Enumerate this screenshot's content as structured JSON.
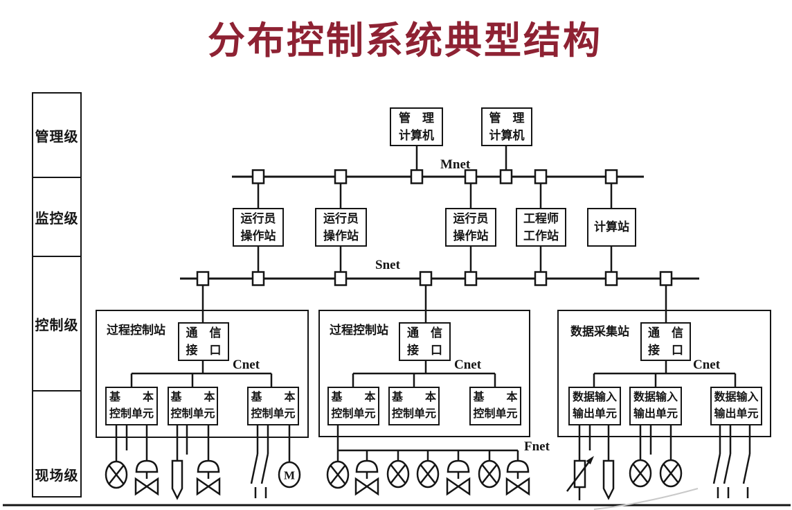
{
  "title": "分布控制系统典型结构",
  "colors": {
    "title": "#8e2233",
    "line": "#151515"
  },
  "levels": {
    "management": "管理级",
    "supervisory": "监控级",
    "control": "控制级",
    "field": "现场级"
  },
  "nets": {
    "mnet": "Mnet",
    "snet": "Snet",
    "cnet": "Cnet",
    "fnet": "Fnet"
  },
  "management_computers": [
    {
      "line1": "管　理",
      "line2": "计算机"
    },
    {
      "line1": "管　理",
      "line2": "计算机"
    }
  ],
  "supervisory_stations": [
    {
      "line1": "运行员",
      "line2": "操作站"
    },
    {
      "line1": "运行员",
      "line2": "操作站"
    },
    {
      "line1": "运行员",
      "line2": "操作站"
    },
    {
      "line1": "工程师",
      "line2": "工作站"
    },
    {
      "line1": "计算站",
      "line2": ""
    }
  ],
  "stations": [
    {
      "name": "过程控制站",
      "comm": {
        "line1": "通　信",
        "line2": "接　口"
      },
      "units": [
        {
          "line1": "基　　本",
          "line2": "控制单元"
        },
        {
          "line1": "基　　本",
          "line2": "控制单元"
        },
        {
          "line1": "基　　本",
          "line2": "控制单元"
        }
      ]
    },
    {
      "name": "过程控制站",
      "comm": {
        "line1": "通　信",
        "line2": "接　口"
      },
      "units": [
        {
          "line1": "基　　本",
          "line2": "控制单元"
        },
        {
          "line1": "基　　本",
          "line2": "控制单元"
        },
        {
          "line1": "基　　本",
          "line2": "控制单元"
        }
      ]
    },
    {
      "name": "数据采集站",
      "comm": {
        "line1": "通　信",
        "line2": "接　口"
      },
      "units": [
        {
          "line1": "数据输入",
          "line2": "输出单元"
        },
        {
          "line1": "数据输入",
          "line2": "输出单元"
        },
        {
          "line1": "数据输入",
          "line2": "输出单元"
        }
      ]
    }
  ],
  "field_devices": {
    "motor_label": "M"
  }
}
